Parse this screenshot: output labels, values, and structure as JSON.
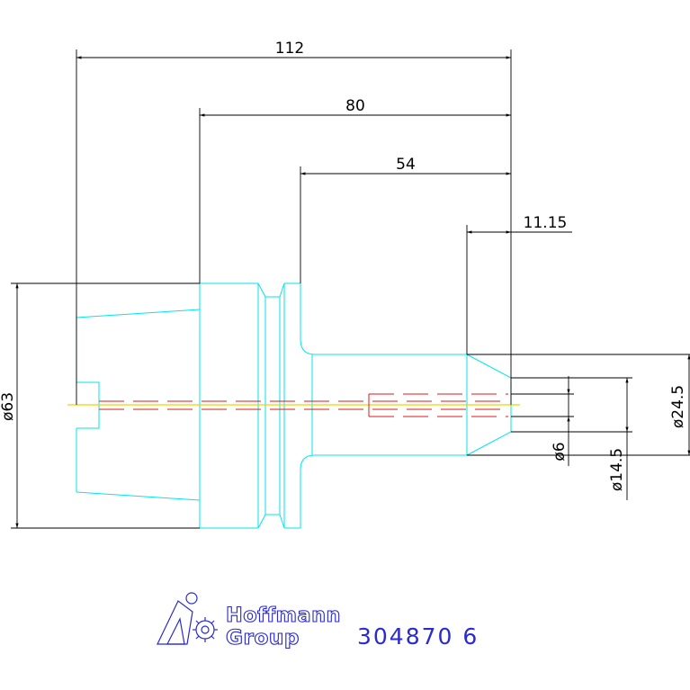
{
  "dimensions": {
    "overall_length": "112",
    "length_80": "80",
    "length_54": "54",
    "length_11_15": "11.15",
    "diameter_63": "ø63",
    "diameter_24_5": "ø24.5",
    "diameter_14_5": "ø14.5",
    "diameter_6": "ø6"
  },
  "logo": {
    "line1": "Hoffmann",
    "line2": "Group"
  },
  "part_number": "304870 6",
  "colors": {
    "part_outline": "#00e5ee",
    "dimension": "#000000",
    "center_line": "#e8d800",
    "hidden_line": "#d81818",
    "logo": "#2a2ad0"
  }
}
